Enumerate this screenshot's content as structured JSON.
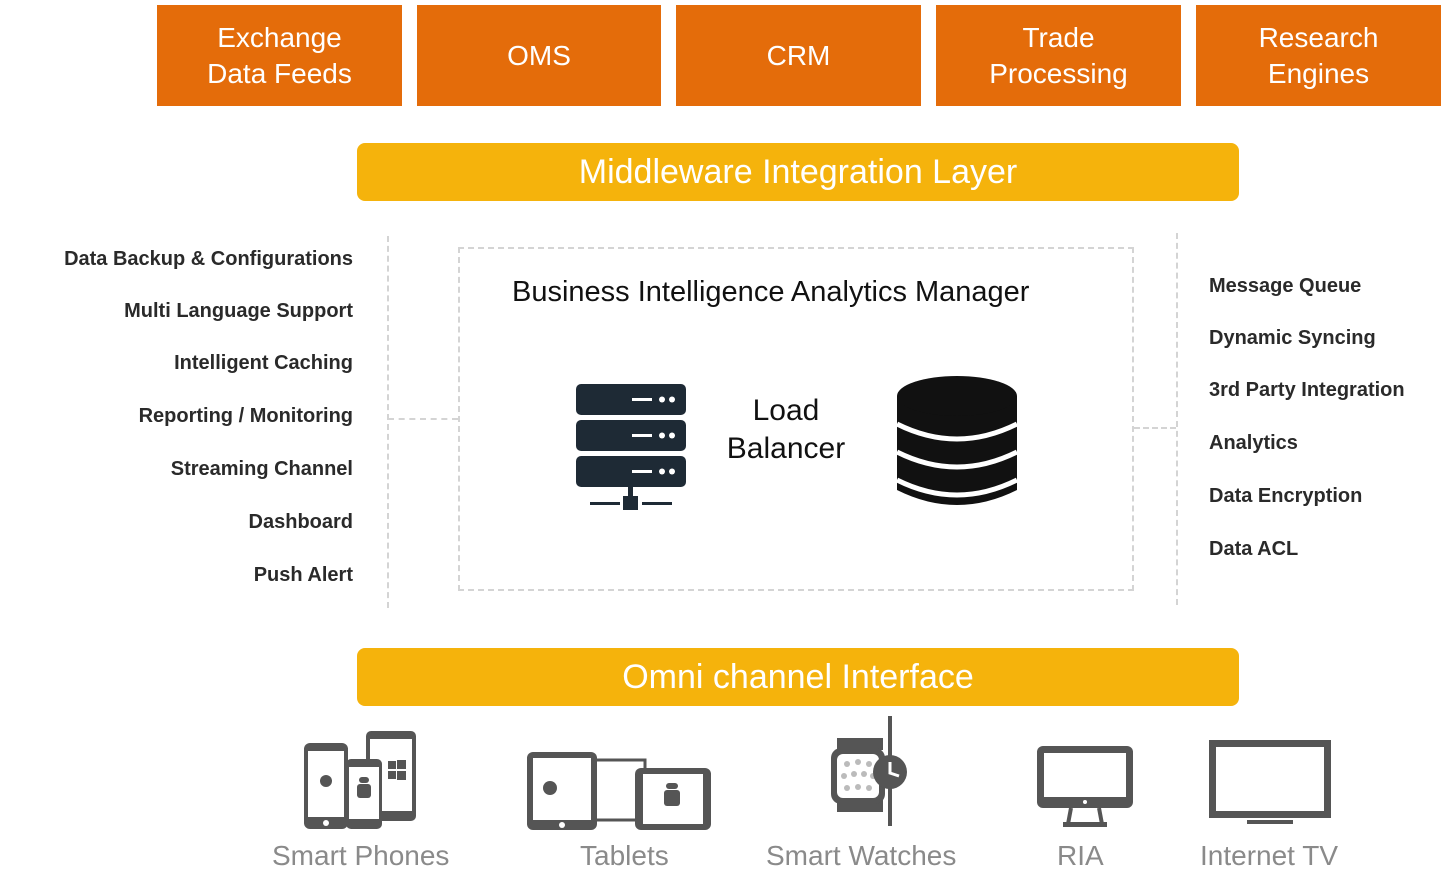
{
  "top_sources": [
    {
      "label": "Exchange\nData Feeds"
    },
    {
      "label": "OMS"
    },
    {
      "label": "CRM"
    },
    {
      "label": "Trade\nProcessing"
    },
    {
      "label": "Research\nEngines"
    }
  ],
  "middleware": {
    "label": "Middleware Integration Layer"
  },
  "left_features": [
    "Data Backup & Configurations",
    "Multi Language Support",
    "Intelligent  Caching",
    "Reporting / Monitoring",
    "Streaming Channel",
    "Dashboard",
    "Push Alert"
  ],
  "right_features": [
    "Message Queue",
    "Dynamic Syncing",
    "3rd Party Integration",
    "Analytics",
    "Data Encryption",
    "Data ACL"
  ],
  "center": {
    "title": "Business Intelligence  Analytics Manager",
    "load_balancer": "Load\nBalancer",
    "server_icon": "server-icon",
    "database_icon": "database-icon"
  },
  "omni": {
    "label": "Omni channel Interface"
  },
  "devices": [
    {
      "label": "Smart Phones",
      "icon": "smartphones-icon"
    },
    {
      "label": "Tablets",
      "icon": "tablets-icon"
    },
    {
      "label": "Smart Watches",
      "icon": "smartwatch-icon"
    },
    {
      "label": "RIA",
      "icon": "monitor-icon"
    },
    {
      "label": "Internet TV",
      "icon": "tv-icon"
    }
  ],
  "colors": {
    "orange": "#e46c0a",
    "gold": "#f5b30c",
    "icon_dark": "#1e2a35",
    "device_gray": "#555555"
  }
}
